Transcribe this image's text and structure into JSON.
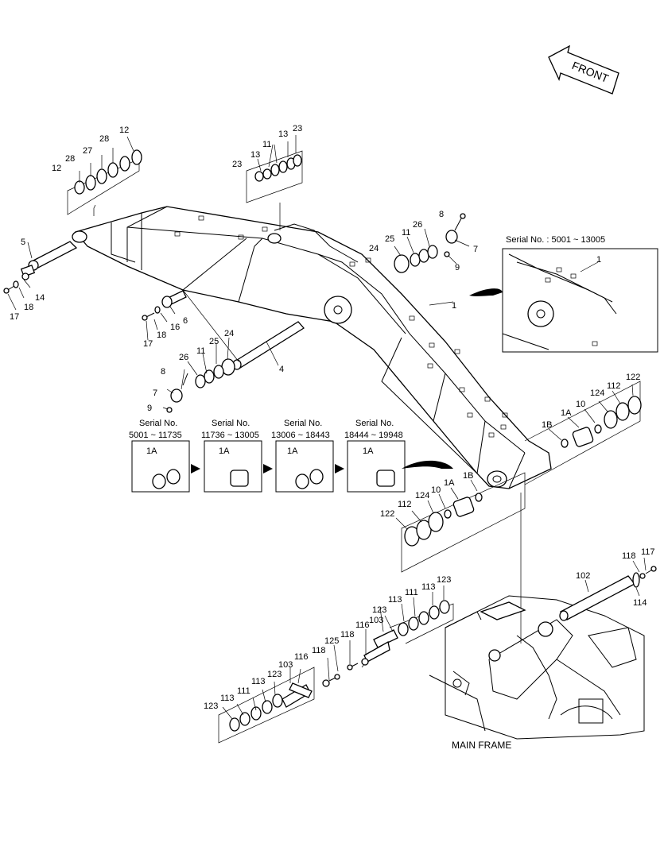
{
  "front_label": "FRONT",
  "serial_inset": {
    "title": "Serial No. : 5001 ~ 13005",
    "part": "1"
  },
  "serial_boxes": [
    {
      "line1": "Serial No.",
      "line2": "5001 ~ 11735",
      "part": "1A"
    },
    {
      "line1": "Serial No.",
      "line2": "11736 ~ 13005",
      "part": "1A"
    },
    {
      "line1": "Serial No.",
      "line2": "13006 ~ 18443",
      "part": "1A"
    },
    {
      "line1": "Serial No.",
      "line2": "18444 ~ 19948",
      "part": "1A"
    }
  ],
  "main_frame_label": "MAIN FRAME",
  "labels": {
    "l12a": "12",
    "l28": "28",
    "l27": "27",
    "l12b": "12",
    "l13a": "13",
    "l23a": "23",
    "l13b": "13",
    "l11a": "11",
    "l23b": "23",
    "l5": "5",
    "l14a": "14",
    "l18a": "18",
    "l17a": "17",
    "l8a": "8",
    "l26a": "26",
    "l25a": "25",
    "l11b": "11",
    "l24a": "24",
    "l7a": "7",
    "l9a": "9",
    "l1a": "1",
    "l6": "6",
    "l16": "16",
    "l18b": "18",
    "l17b": "17",
    "l4": "4",
    "l24b": "24",
    "l25b": "25",
    "l11c": "11",
    "l26b": "26",
    "l8b": "8",
    "l7b": "7",
    "l9b": "9",
    "l122a": "122",
    "l112a": "112",
    "l124a": "124",
    "l10a": "10",
    "l1Aa": "1A",
    "l1Ba": "1B",
    "l1Bb": "1B",
    "l1Ab": "1A",
    "l10b": "10",
    "l124b": "124",
    "l112b": "112",
    "l122b": "122",
    "l117a": "117",
    "l118a": "118",
    "l114": "114",
    "l102": "102",
    "l123a": "123",
    "l113a": "113",
    "l111a": "111",
    "l113b": "113",
    "l123b": "123",
    "l103a": "103",
    "l116a": "116",
    "l118b": "118",
    "l125": "125",
    "l103b": "103",
    "l116b": "116",
    "l118c": "118",
    "l123c": "123",
    "l113c": "113",
    "l111b": "111",
    "l113d": "113",
    "l123d": "123"
  }
}
